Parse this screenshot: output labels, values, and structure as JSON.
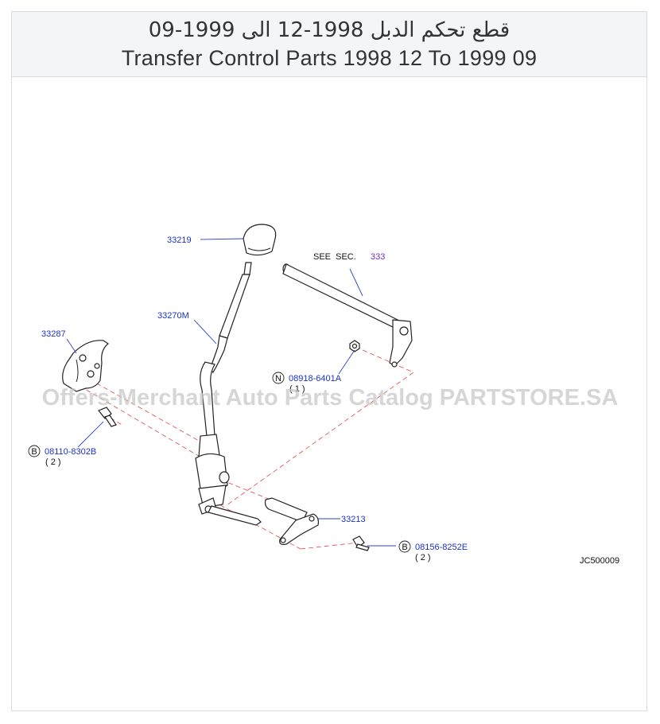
{
  "header": {
    "title_ar": "قطع تحكم الدبل 1998-12 الى 1999-09",
    "title_en": "Transfer Control Parts 1998 12 To 1999 09"
  },
  "watermark": "Offers-Merchant Auto Parts Catalog PARTSTORE.SA",
  "diagram_code": "JC500009",
  "see_sec": {
    "text": "SEE  SEC.",
    "ref": "333"
  },
  "parts": {
    "knob": "33219",
    "lever": "33270M",
    "bracket": "33287",
    "rod": "33213",
    "nut": {
      "prefix": "N",
      "number": "08918-6401A",
      "qty": "( 1 )"
    },
    "bolt_left": {
      "prefix": "B",
      "number": "08110-8302B",
      "qty": "( 2 )"
    },
    "bolt_right": {
      "prefix": "B",
      "number": "08156-8252E",
      "qty": "( 2 )"
    }
  },
  "colors": {
    "part_link": "#1a32c8",
    "section_link": "#7a2fc0",
    "guide_line": "#e0454a"
  }
}
